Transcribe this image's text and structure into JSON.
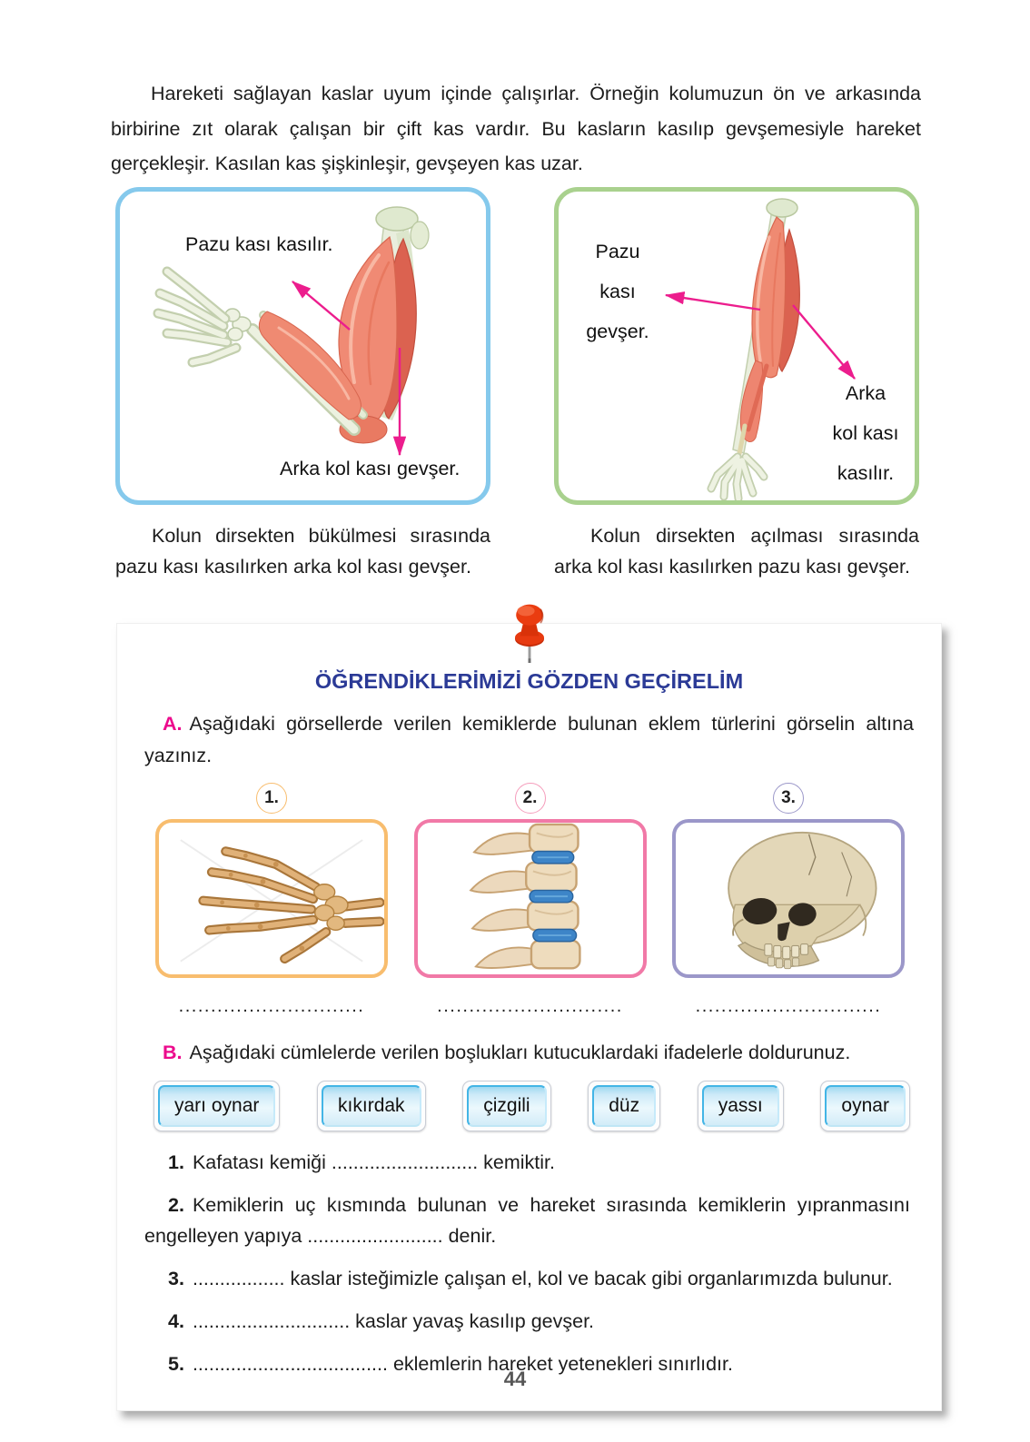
{
  "page": {
    "intro_paragraph": "Hareketi sağlayan kaslar uyum içinde çalışırlar. Örneğin kolumuzun ön ve arkasında birbirine zıt olarak çalışan bir çift kas vardır. Bu kasların kasılıp gevşemesiyle hareket gerçekleşir. Kasılan kas şişkinleşir, gevşeyen kas uzar.",
    "page_number": "44"
  },
  "colors": {
    "figure_left_border": "#85c9ec",
    "figure_right_border": "#a9d18e",
    "arrow_pink": "#ec1d8d",
    "title_blue": "#2b3a96",
    "section_label_pink": "#ec0a8c",
    "item1_border_orange": "#f8bd6e",
    "item2_border_pink": "#f179a7",
    "item3_border_purple": "#9b97c9",
    "word_button_blue": "#bfe4f5",
    "pushpin_red": "#e8380d"
  },
  "muscle_figures": {
    "left": {
      "label_top": "Pazu kası kasılır.",
      "label_bottom": "Arka kol kası gevşer.",
      "caption": "Kolun dirsekten bükülmesi sırasında pazu kası kasılırken arka kol kası gevşer."
    },
    "right": {
      "label_left": "Pazu\nkası\ngevşer.",
      "label_right": "Arka\nkol kası\nkasılır.",
      "caption": "Kolun dirsekten açılması sırasında arka kol kası kasılırken pazu kası gevşer."
    }
  },
  "worksheet": {
    "title": "ÖĞRENDİKLERİMİZİ GÖZDEN GEÇİRELİM",
    "section_a": {
      "label": "A.",
      "text": "Aşağıdaki görsellerde verilen kemiklerde bulunan eklem türlerini görselin altına yazınız.",
      "items": [
        {
          "number": "1.",
          "image": "hand-skeleton",
          "answer_line": "............................."
        },
        {
          "number": "2.",
          "image": "spine-vertebrae",
          "answer_line": "............................."
        },
        {
          "number": "3.",
          "image": "skull",
          "answer_line": "............................."
        }
      ]
    },
    "section_b": {
      "label": "B.",
      "text": "Aşağıdaki cümlelerde verilen boşlukları kutucuklardaki ifadelerle doldurunuz.",
      "word_bank": [
        "yarı oynar",
        "kıkırdak",
        "çizgili",
        "düz",
        "yassı",
        "oynar"
      ],
      "sentences": [
        {
          "number": "1.",
          "text": "Kafatası kemiği ........................... kemiktir."
        },
        {
          "number": "2.",
          "text": "Kemiklerin uç kısmında bulunan ve hareket sırasında kemiklerin yıpranmasını engelleyen yapıya ......................... denir."
        },
        {
          "number": "3.",
          "text": "................. kaslar isteğimizle çalışan el, kol ve bacak gibi organlarımızda bulunur."
        },
        {
          "number": "4.",
          "text": "............................. kaslar yavaş kasılıp gevşer."
        },
        {
          "number": "5.",
          "text": ".................................... eklemlerin hareket yetenekleri sınırlıdır."
        }
      ]
    }
  }
}
